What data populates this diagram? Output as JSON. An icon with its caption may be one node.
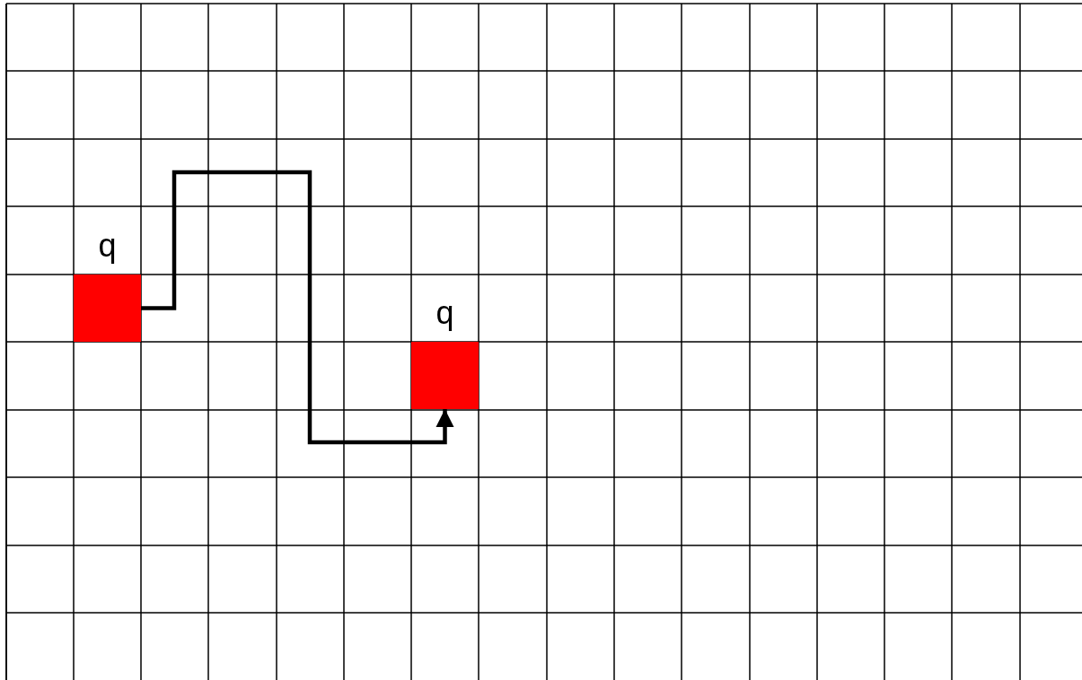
{
  "diagram": {
    "nodes": [
      {
        "text": [
          "q"
        ]
      },
      {
        "text": [
          "q"
        ]
      }
    ],
    "edges": [
      {
        "from": 0,
        "to": 1,
        "arrow": "to"
      }
    ]
  }
}
